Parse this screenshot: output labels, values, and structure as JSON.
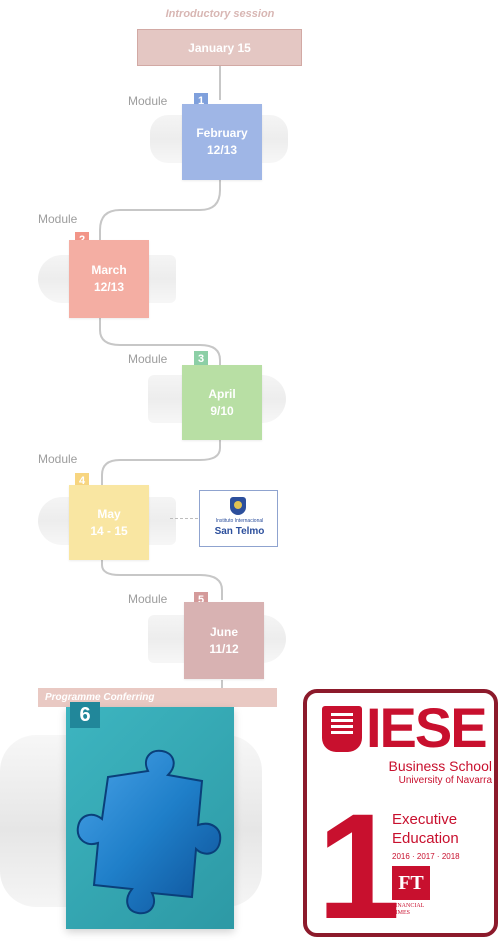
{
  "intro": {
    "title": "Introductory session",
    "date": "January 15"
  },
  "module_label": "Module",
  "modules": [
    {
      "number": "1",
      "month": "February",
      "days": "12/13",
      "color": "#9fb6e6",
      "badge_color": "#7fa0dc"
    },
    {
      "number": "2",
      "month": "March",
      "days": "12/13",
      "color": "#f4aea3",
      "badge_color": "#f29588"
    },
    {
      "number": "3",
      "month": "April",
      "days": "9/10",
      "color": "#b8dfa4",
      "badge_color": "#8ccfa6"
    },
    {
      "number": "4",
      "month": "May",
      "days": "14 - 15",
      "color": "#f9e6a2",
      "badge_color": "#f7d580"
    },
    {
      "number": "5",
      "month": "June",
      "days": "11/12",
      "color": "#d8b2b2",
      "badge_color": "#d49a9a"
    }
  ],
  "partner_logo": {
    "small_text": "Instituto Internacional",
    "name": "San Telmo"
  },
  "programme_bar": "Programme Conferring",
  "module6": {
    "number": "6",
    "card_color": "#35a8b4",
    "puzzle_color": "#1f7fc9",
    "icon": "puzzle-piece-icon"
  },
  "award": {
    "brand": "IESE",
    "school": "Business School",
    "university": "University of Navarra",
    "rank": "1",
    "category_line1": "Executive",
    "category_line2": "Education",
    "years": "2016 · 2017 · 2018",
    "ft_logo": "FT",
    "ft_name": "FINANCIAL TIMES",
    "accent_color": "#c8102e",
    "border_color": "#8c1a2b"
  }
}
